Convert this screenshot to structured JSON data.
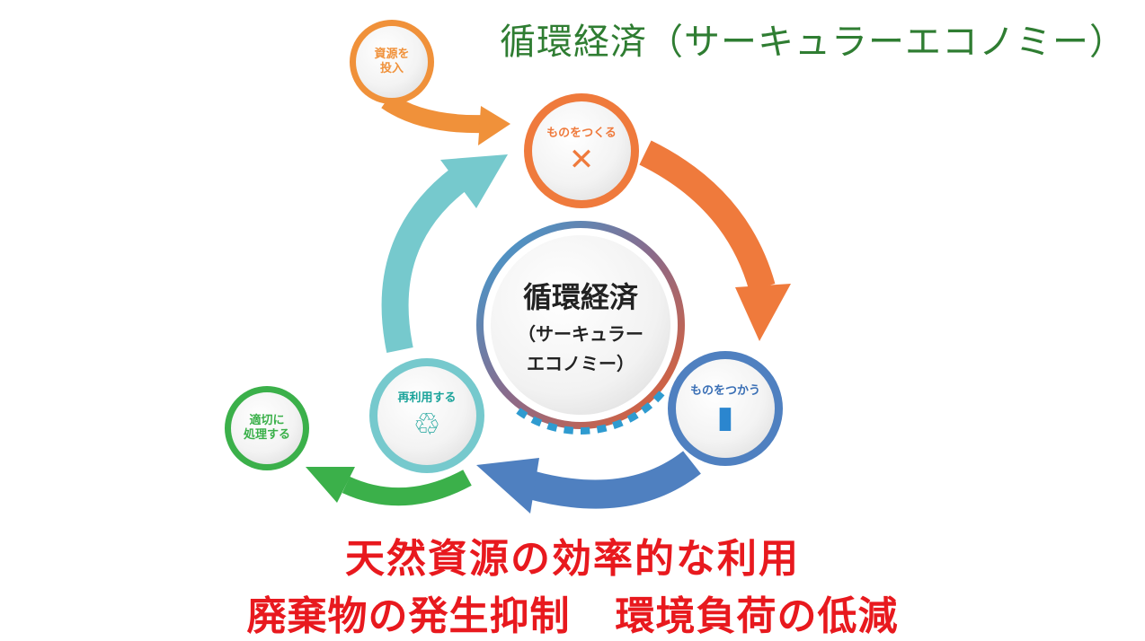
{
  "title": "循環経済（サーキュラーエコノミー）",
  "center": {
    "line1": "循環経済",
    "line2": "（サーキュラー",
    "line3": "エコノミー）"
  },
  "nodes": {
    "input": {
      "line1": "資源を",
      "line2": "投入",
      "color": "#f0913a"
    },
    "make": {
      "label": "ものをつくる",
      "icon": "wrench-screwdriver-icon",
      "color": "#ef7a3c"
    },
    "use": {
      "label": "ものをつかう",
      "icon": "bottle-hand-icon",
      "color": "#4f80c0"
    },
    "reuse": {
      "label": "再利用する",
      "icon": "recycle-icon",
      "color": "#76c9cd"
    },
    "dispose": {
      "line1": "適切に",
      "line2": "処理する",
      "color": "#3bb04a"
    }
  },
  "bottom": {
    "line1": "天然資源の効率的な利用",
    "line2a": "廃棄物の発生抑制",
    "line2b": "環境負荷の低減",
    "color": "#e8191e"
  }
}
